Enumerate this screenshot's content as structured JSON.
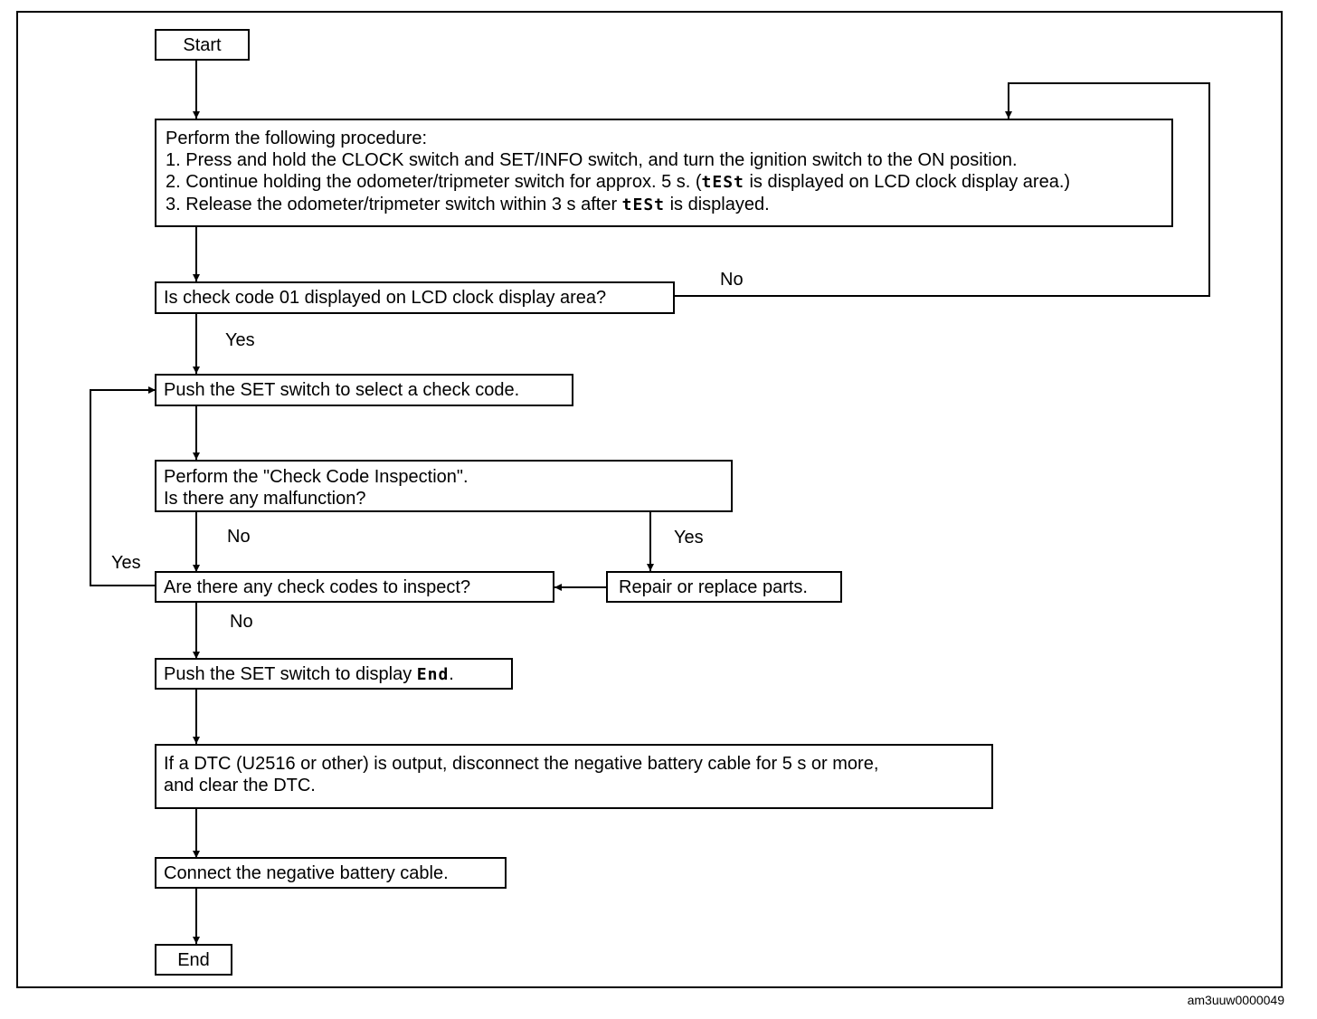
{
  "flowchart": {
    "start": "Start",
    "step_procedure": {
      "title": "Perform the following procedure:",
      "item1": "1. Press and hold the CLOCK switch and SET/INFO switch, and turn the ignition switch to the ON position.",
      "item2_a": "2. Continue holding the odometer/tripmeter switch for approx. 5 s. (",
      "item2_lcd": "tESt",
      "item2_b": " is displayed on LCD clock display area.)",
      "item3_a": "3. Release the odometer/tripmeter switch within 3 s after ",
      "item3_lcd": "tESt",
      "item3_b": " is displayed."
    },
    "q_check_code_01": "Is check code 01 displayed on LCD clock display area?",
    "push_set_select": "Push the SET switch to select a check code.",
    "inspection": {
      "line1": "Perform the \"Check Code Inspection\".",
      "line2": "Is there any malfunction?"
    },
    "q_more_codes": "Are there any check codes to inspect?",
    "repair": "Repair or replace parts.",
    "push_set_end": {
      "text": "Push the SET switch to display ",
      "lcd": "End",
      "suffix": "."
    },
    "dtc_clear": {
      "line1": "If a DTC (U2516 or other) is output, disconnect the negative battery cable for 5 s or more,",
      "line2": "and clear the DTC."
    },
    "connect_battery": "Connect the negative battery cable.",
    "end": "End",
    "labels": {
      "no_code01": "No",
      "yes_code01": "Yes",
      "no_malfunction": "No",
      "yes_malfunction": "Yes",
      "yes_more_codes": "Yes",
      "no_more_codes": "No"
    }
  },
  "figure_id": "am3uuw0000049"
}
